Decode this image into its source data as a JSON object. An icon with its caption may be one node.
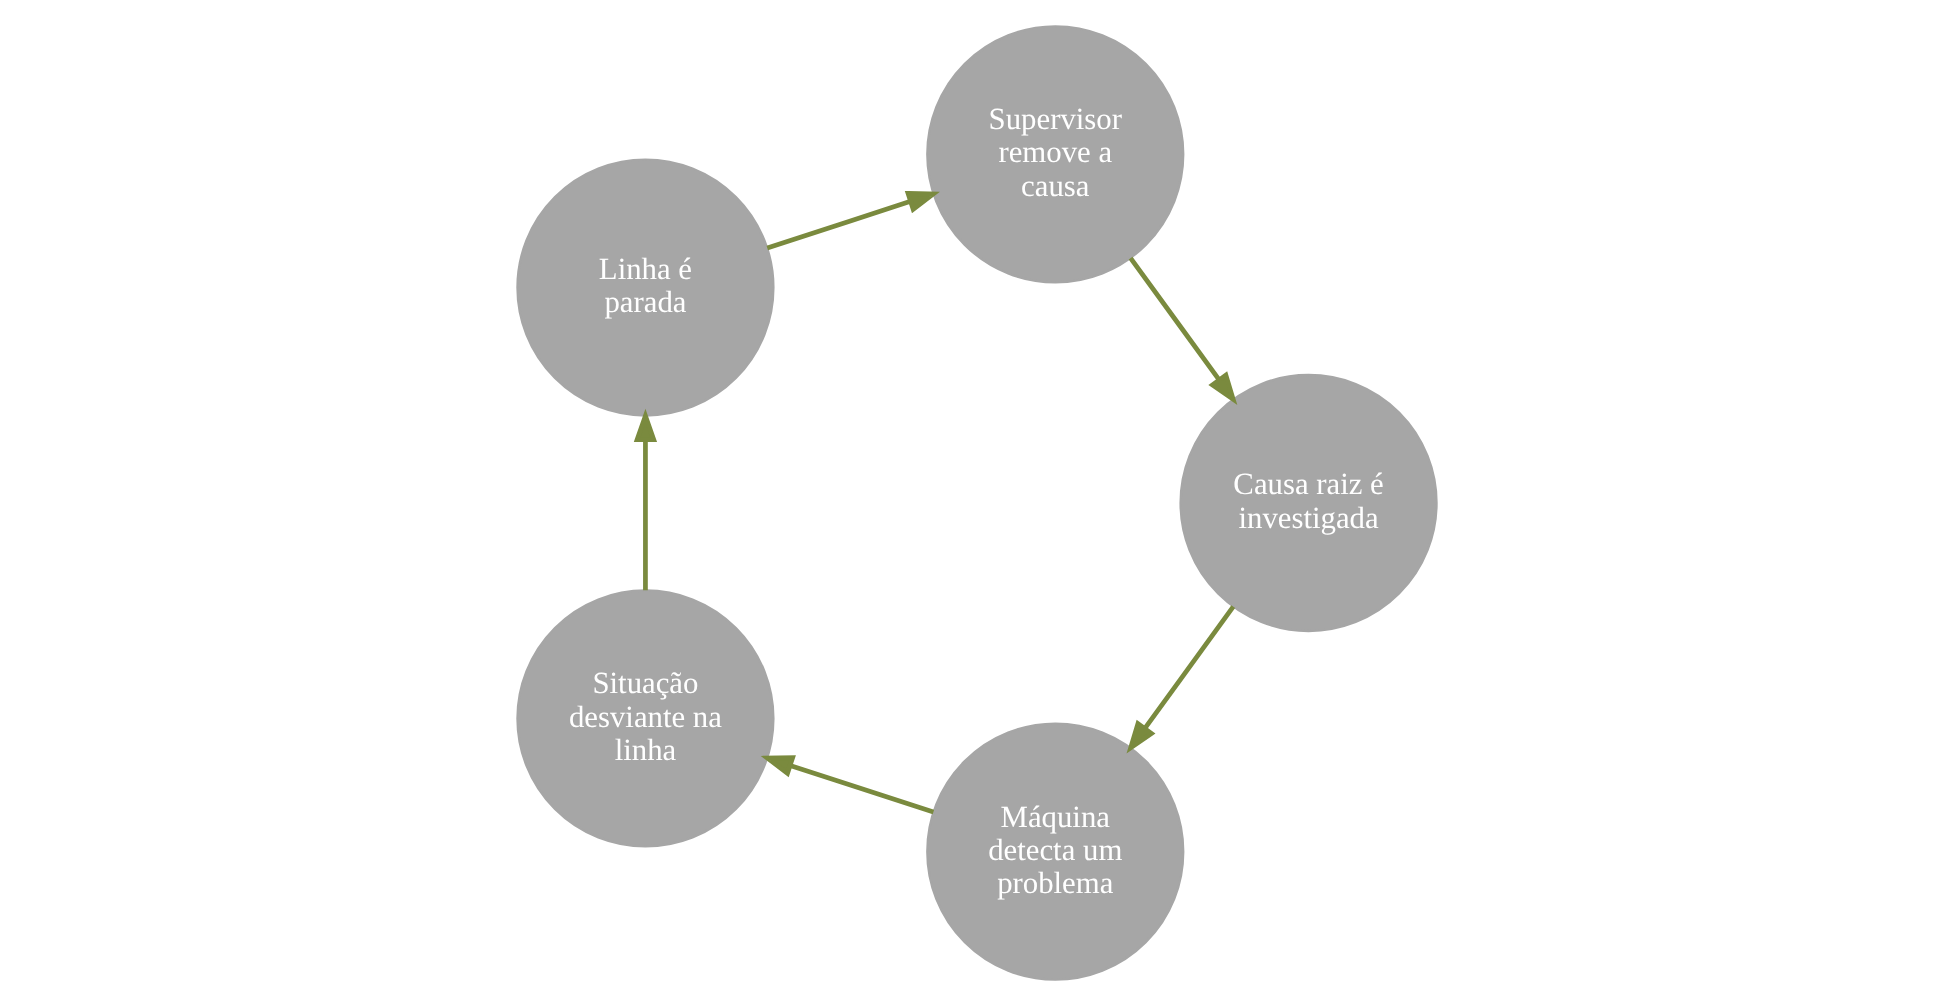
{
  "diagram": {
    "nodes": [
      {
        "text": [
          "Máquina detecta um problema"
        ]
      },
      {
        "text": [
          "Situação desviante na linha"
        ]
      },
      {
        "text": [
          "Linha é parada"
        ]
      },
      {
        "text": [
          "Supervisor remove a causa"
        ]
      },
      {
        "text": [
          "Causa raiz é investigada"
        ]
      }
    ],
    "edges": [
      {
        "from": 0,
        "to": 1,
        "arrow": "to"
      },
      {
        "from": 1,
        "to": 2,
        "arrow": "to"
      },
      {
        "from": 2,
        "to": 3,
        "arrow": "to"
      },
      {
        "from": 3,
        "to": 4,
        "arrow": "to"
      },
      {
        "from": 4,
        "to": 0,
        "arrow": "to"
      }
    ]
  }
}
